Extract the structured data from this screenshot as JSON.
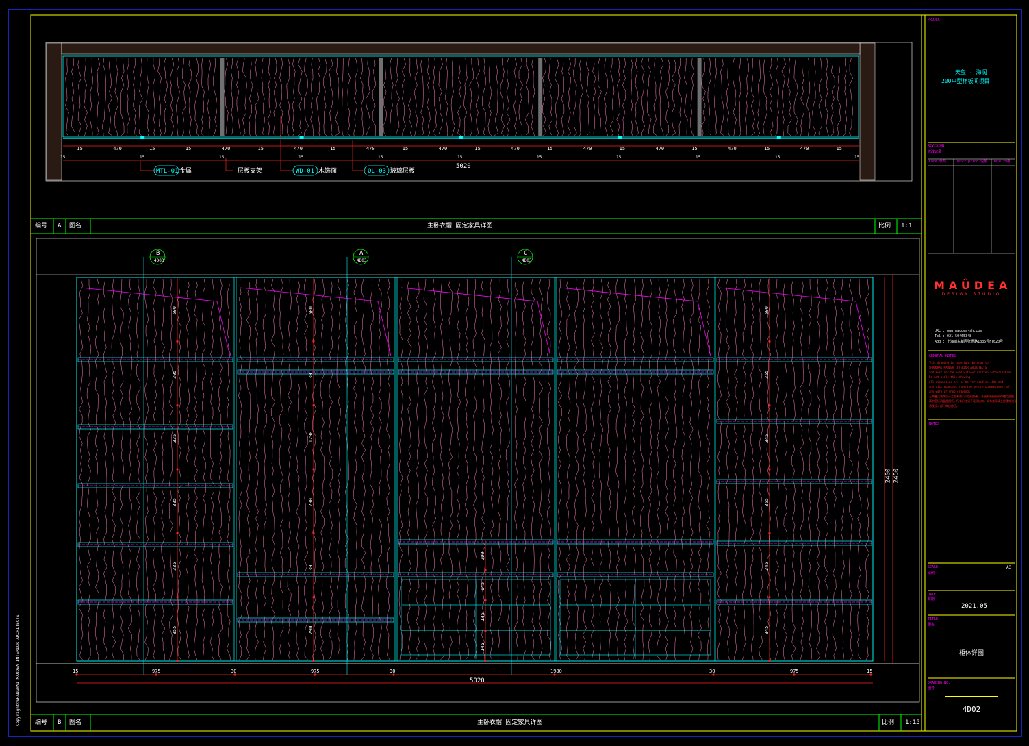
{
  "colors": {
    "frame": "#0000ff",
    "border": "#ffff00",
    "outline": "#00ffff",
    "wood": "#ff80c0",
    "shelf": "#ff00ff",
    "dim": "#ff2020",
    "green": "#00ff00"
  },
  "plan": {
    "tags": [
      {
        "code": "MTL-01",
        "desc": "金属"
      },
      {
        "label": "层板支架"
      },
      {
        "code": "WD-01",
        "desc": "木饰面"
      },
      {
        "code": "OL-03",
        "desc": "玻璃层板"
      }
    ],
    "module_dims": [
      "15",
      "470",
      "15",
      "15",
      "470",
      "15",
      "470",
      "15",
      "470",
      "15",
      "470",
      "15",
      "470",
      "15",
      "470",
      "15",
      "470",
      "15",
      "470",
      "15",
      "470",
      "15"
    ],
    "total": "5020",
    "title_bar": {
      "num_label": "编号",
      "num": "A",
      "name_label": "图名",
      "title": "主卧衣帽 固定家具详图",
      "scale_label": "比例",
      "scale": "1:1"
    }
  },
  "elevation": {
    "sections": [
      {
        "letter": "B",
        "sheet": "4D03"
      },
      {
        "letter": "A",
        "sheet": "4D03"
      },
      {
        "letter": "C",
        "sheet": "4D03"
      }
    ],
    "bottom_dims": [
      "15",
      "975",
      "30",
      "975",
      "30",
      "1980",
      "30",
      "975",
      "15"
    ],
    "total": "5020",
    "heights": [
      "2400",
      "2450"
    ],
    "left_dims": [
      "500",
      "305",
      "335",
      "335",
      "335",
      "355"
    ],
    "mid_dims": [
      "500",
      "30",
      "1290",
      "290",
      "30",
      "290"
    ],
    "center_dims": [
      "200",
      "145",
      "145",
      "145"
    ],
    "right_dims": [
      "500",
      "355",
      "345",
      "355",
      "345",
      "345"
    ],
    "title_bar": {
      "num_label": "编号",
      "num": "B",
      "name_label": "图名",
      "title": "主卧衣帽 固定家具详图",
      "scale_label": "比例",
      "scale": "1:15"
    }
  },
  "sidebar": {
    "project_label": "PROJECT",
    "project_line1": "天玺 · 海润",
    "project_line2": "200户型样板间项目",
    "revision_label": "REVISION",
    "revision_cn": "修改记录",
    "rev_headers": [
      "Code 代码",
      "Description 说明",
      "Date 日期"
    ],
    "logo": "MAÛDEA",
    "logo_sub": "DESIGN STUDIO",
    "url": "URL : www.maudea-sh.com",
    "tel": "Tel : 021-50465348",
    "add": "Add : 上海浦东新区张杨路1335号FT620号",
    "notes_title": "GENERAL NOTES",
    "notes": [
      "This drawing is copyright belongs to",
      "SHANGHAI MAUDEA INTERIOR ARCHITECTS",
      "and must not be used without written authorization.",
      "Do not scale this drawing.",
      "All dimensions are to be verified on site and",
      "any discrepancies reported before commencement of",
      "any work or shop drawings.",
      "上海曼达装饰设计工程有限公司版权所有，未经书面授权不得使用此图。",
      "请勿直接测量此图纸，所有尺寸须于现场核实，如有差异请立即通知设计",
      "师及设计部门审核修正。"
    ],
    "notes2_label": "NOTES",
    "scale_label": "SCALE",
    "scale_cn": "比例",
    "paper": "A3",
    "date_label": "DATE",
    "date_cn": "日期",
    "date": "2021.05",
    "title_label": "TITLE",
    "title_cn": "图名",
    "title": "柜体详图",
    "drawing_label": "DRAWING NO.",
    "drawing_cn": "图号",
    "drawing_no": "4D02"
  },
  "copyright": "Copyright©SHANGHAI MAUDEA INTERIOR ARCHITECTS"
}
